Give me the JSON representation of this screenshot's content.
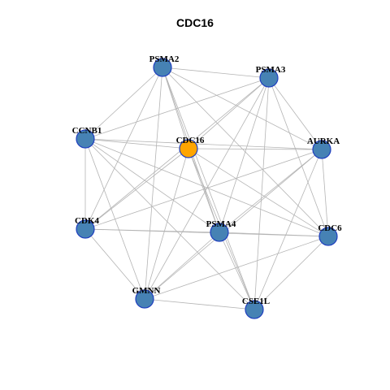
{
  "title": "CDC16",
  "colors": {
    "hub": "#FFA500",
    "node": "#4682B4",
    "node_stroke": "#1F3FBF",
    "edge": "#B4B4B4"
  },
  "nodes": [
    {
      "id": "PSMA2",
      "label": "PSMA2",
      "hub": false
    },
    {
      "id": "PSMA3",
      "label": "PSMA3",
      "hub": false
    },
    {
      "id": "CCNB1",
      "label": "CCNB1",
      "hub": false
    },
    {
      "id": "CDC16",
      "label": "CDC16",
      "hub": true
    },
    {
      "id": "AURKA",
      "label": "AURKA",
      "hub": false
    },
    {
      "id": "CDK4",
      "label": "CDK4",
      "hub": false
    },
    {
      "id": "PSMA4",
      "label": "PSMA4",
      "hub": false
    },
    {
      "id": "CDC6",
      "label": "CDC6",
      "hub": false
    },
    {
      "id": "GMNN",
      "label": "GMNN",
      "hub": false
    },
    {
      "id": "CSE1L",
      "label": "CSE1L",
      "hub": false
    }
  ],
  "edges": [
    [
      "PSMA2",
      "PSMA3"
    ],
    [
      "PSMA2",
      "CCNB1"
    ],
    [
      "PSMA2",
      "AURKA"
    ],
    [
      "PSMA2",
      "CDK4"
    ],
    [
      "PSMA2",
      "PSMA4"
    ],
    [
      "PSMA2",
      "CDC6"
    ],
    [
      "PSMA2",
      "GMNN"
    ],
    [
      "PSMA2",
      "CSE1L"
    ],
    [
      "PSMA2",
      "CDC16"
    ],
    [
      "PSMA3",
      "CCNB1"
    ],
    [
      "PSMA3",
      "AURKA"
    ],
    [
      "PSMA3",
      "CDK4"
    ],
    [
      "PSMA3",
      "PSMA4"
    ],
    [
      "PSMA3",
      "CDC6"
    ],
    [
      "PSMA3",
      "GMNN"
    ],
    [
      "PSMA3",
      "CSE1L"
    ],
    [
      "PSMA3",
      "CDC16"
    ],
    [
      "CCNB1",
      "CDC16"
    ],
    [
      "CCNB1",
      "AURKA"
    ],
    [
      "CCNB1",
      "CDK4"
    ],
    [
      "CCNB1",
      "PSMA4"
    ],
    [
      "CCNB1",
      "CDC6"
    ],
    [
      "CCNB1",
      "GMNN"
    ],
    [
      "CCNB1",
      "CSE1L"
    ],
    [
      "CDC16",
      "AURKA"
    ],
    [
      "CDC16",
      "CDK4"
    ],
    [
      "CDC16",
      "PSMA4"
    ],
    [
      "CDC16",
      "CDC6"
    ],
    [
      "CDC16",
      "GMNN"
    ],
    [
      "CDC16",
      "CSE1L"
    ],
    [
      "AURKA",
      "CDK4"
    ],
    [
      "AURKA",
      "PSMA4"
    ],
    [
      "AURKA",
      "CDC6"
    ],
    [
      "AURKA",
      "GMNN"
    ],
    [
      "AURKA",
      "CSE1L"
    ],
    [
      "CDK4",
      "PSMA4"
    ],
    [
      "CDK4",
      "CDC6"
    ],
    [
      "CDK4",
      "GMNN"
    ],
    [
      "PSMA4",
      "CDC6"
    ],
    [
      "PSMA4",
      "GMNN"
    ],
    [
      "PSMA4",
      "CSE1L"
    ],
    [
      "CDC6",
      "GMNN"
    ],
    [
      "CDC6",
      "CSE1L"
    ],
    [
      "GMNN",
      "CSE1L"
    ]
  ]
}
